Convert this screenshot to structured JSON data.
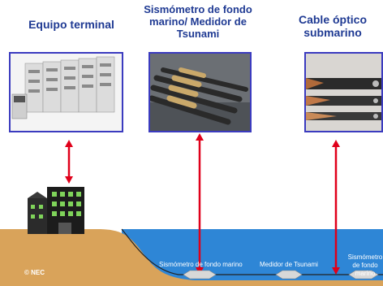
{
  "titles": {
    "terminal": "Equipo terminal",
    "seismometer": "Sismómetro de fondo marino/ Medidor de Tsunami",
    "cable": "Cable óptico submarino"
  },
  "seabed_labels": {
    "seismometer_1": "Sismómetro de fondo marino",
    "tsunami_meter": "Medidor de Tsunami",
    "seismometer_2": "Sismómetro de fondo marino"
  },
  "brand": "© NEC",
  "colors": {
    "title": "#1f3a93",
    "arrow": "#e0001a",
    "sea": "#2e86d6",
    "land": "#d9a35a",
    "frame": "#3b3bbf"
  }
}
